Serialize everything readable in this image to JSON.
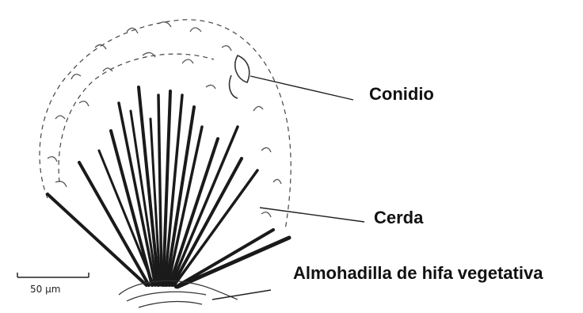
{
  "labels": {
    "conidio": "Conidio",
    "cerda": "Cerda",
    "almohadilla": "Almohadilla de hifa vegetativa"
  },
  "scale_bar": {
    "text": "50 µm"
  },
  "colors": {
    "ink": "#1a1a1a",
    "background": "#ffffff"
  }
}
